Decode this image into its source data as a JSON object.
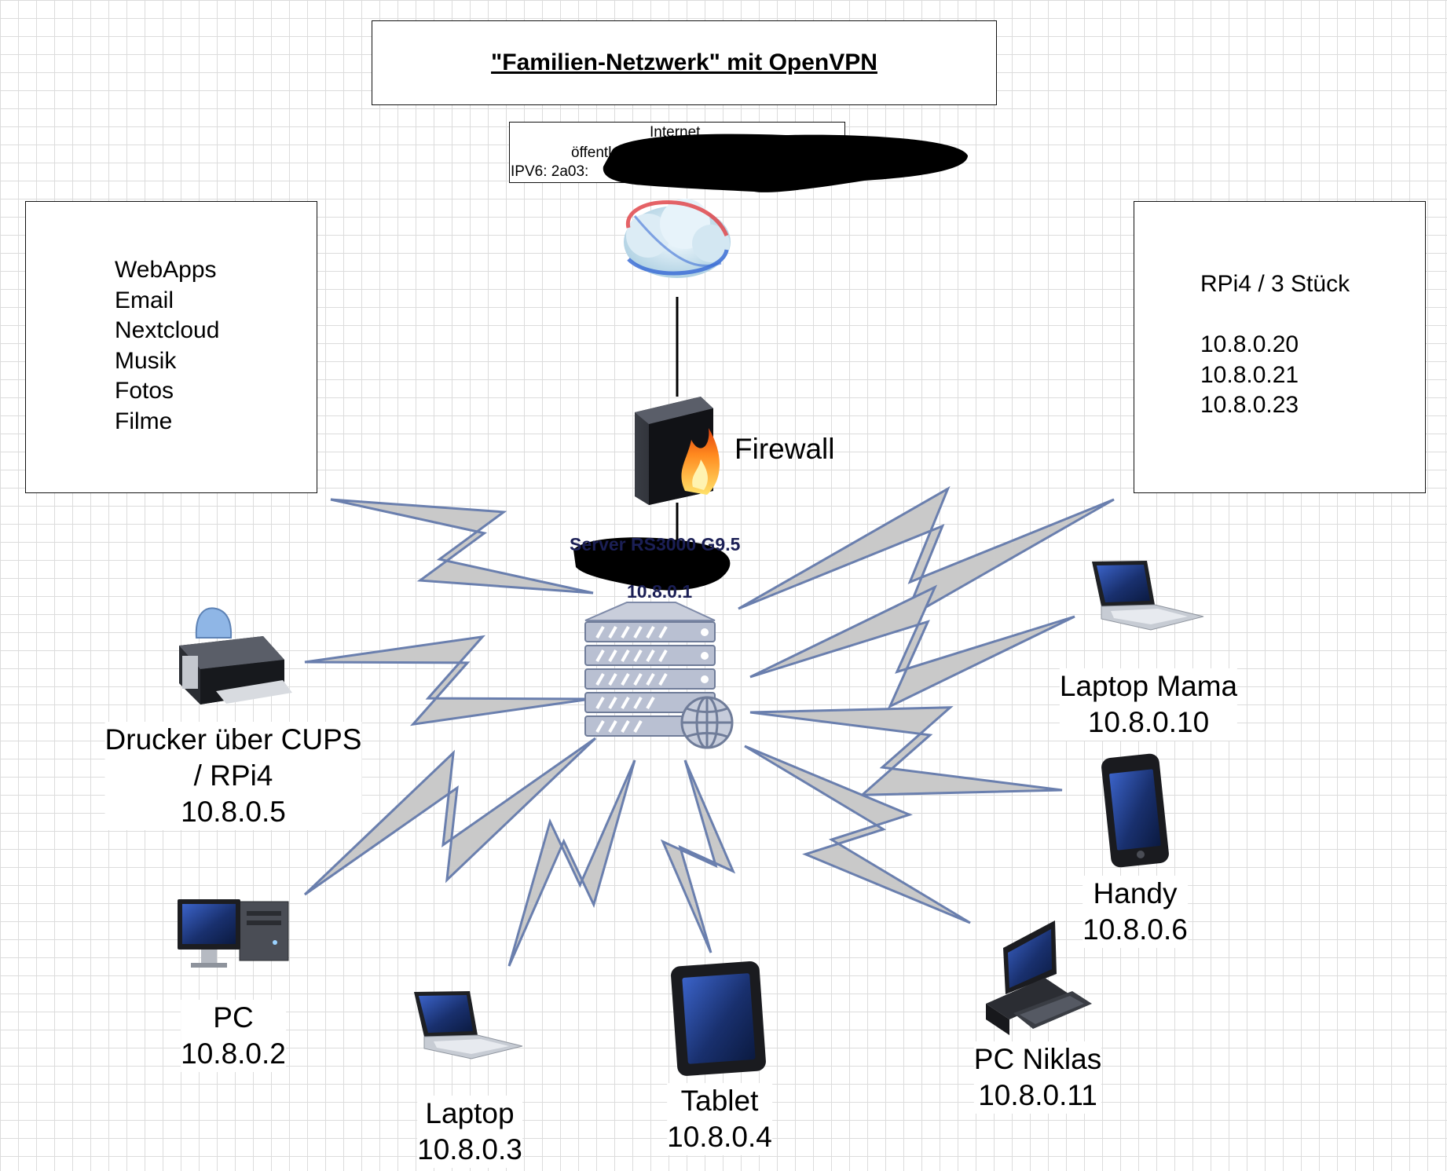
{
  "title": "\"Familien-Netzwerk\" mit OpenVPN",
  "internet": {
    "label": "Internet",
    "ipv4_prefix": "öffentl. IP",
    "ipv6_prefix": "IPV6: 2a03:"
  },
  "services": {
    "items": [
      "WebApps",
      "Email",
      "Nextcloud",
      "Musik",
      "Fotos",
      "Filme"
    ]
  },
  "rpi": {
    "heading": "RPi4 / 3 Stück",
    "ips": [
      "10.8.0.20",
      "10.8.0.21",
      "10.8.0.23"
    ]
  },
  "firewall": {
    "label": "Firewall"
  },
  "server": {
    "name": "Server RS3000 G9.5",
    "ip": "10.8.0.1"
  },
  "devices": {
    "printer": {
      "name_line1": "Drucker über CUPS",
      "name_line2": "/ RPi4",
      "ip": "10.8.0.5"
    },
    "pc": {
      "name": "PC",
      "ip": "10.8.0.2"
    },
    "laptop": {
      "name": "Laptop",
      "ip": "10.8.0.3"
    },
    "tablet": {
      "name": "Tablet",
      "ip": "10.8.0.4"
    },
    "pc_niklas": {
      "name": "PC Niklas",
      "ip": "10.8.0.11"
    },
    "handy": {
      "name": "Handy",
      "ip": "10.8.0.6"
    },
    "laptop_mama": {
      "name": "Laptop Mama",
      "ip": "10.8.0.10"
    }
  },
  "colors": {
    "bolt_fill": "#c9c9c9",
    "bolt_stroke": "#6a7fae",
    "redaction": "#000000",
    "server_text": "#1b1f55"
  }
}
